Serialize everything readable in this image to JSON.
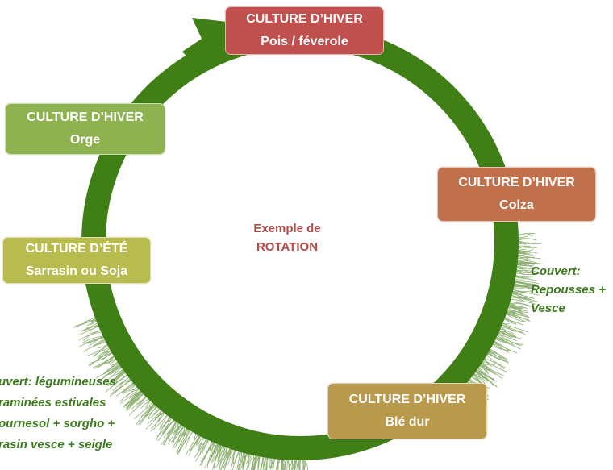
{
  "center": {
    "line1": "Exemple de",
    "line2": "ROTATION"
  },
  "crops": [
    {
      "season": "CULTURE D’HIVER",
      "crop": "Pois / féverole",
      "color": "#c0504d"
    },
    {
      "season": "CULTURE D’HIVER",
      "crop": "Colza",
      "color": "#c0714b"
    },
    {
      "season": "CULTURE D’HIVER",
      "crop": "Blé dur",
      "color": "#b9994b"
    },
    {
      "season": "CULTURE D’ÉTÉ",
      "crop": "Sarrasin ou Soja",
      "color": "#b8bb4d"
    },
    {
      "season": "CULTURE D’HIVER",
      "crop": "Orge",
      "color": "#8fb251"
    }
  ],
  "cover_right": {
    "line1": "Couvert:",
    "line2": "Repousses +",
    "line3": "Vesce"
  },
  "cover_left": {
    "line1": "uvert: légumineuses",
    "line2": "raminées estivales",
    "line3": "ournesol + sorgho +",
    "line4": "rasin vesce + seigle"
  },
  "colors": {
    "ring": "#3f7f16",
    "cover_text": "#3d7a1e",
    "center_text": "#b24a4a"
  }
}
